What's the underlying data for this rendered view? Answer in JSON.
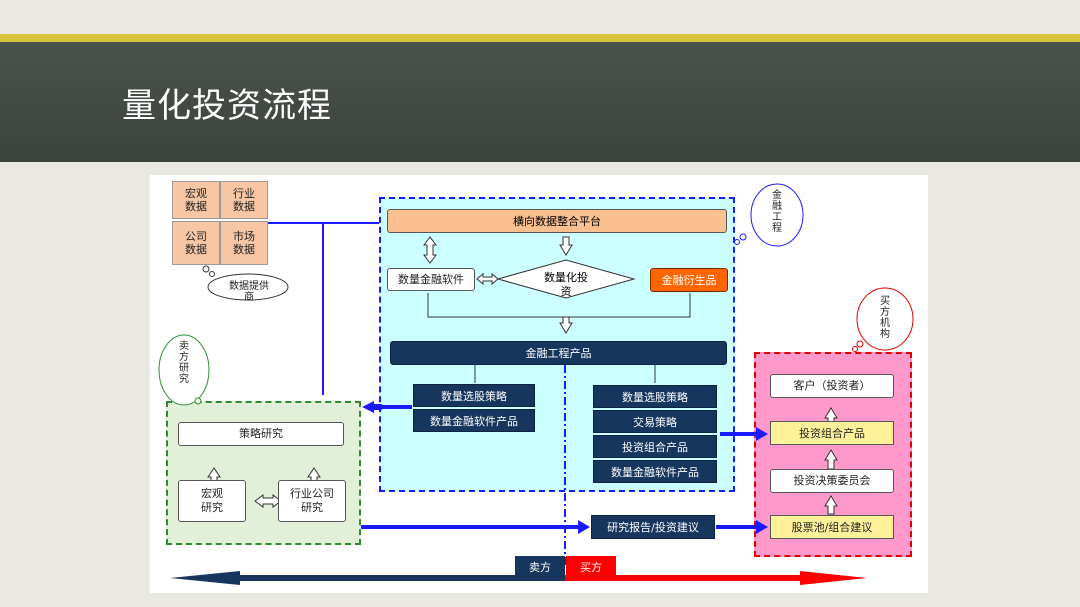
{
  "slide": {
    "title": "量化投资流程"
  },
  "data_sources": {
    "cells": [
      "宏观\n数据",
      "行业\n数据",
      "公司\n数据",
      "市场\n数据"
    ],
    "provider_label": "数据提供\n商"
  },
  "center": {
    "platform": "横向数据整合平台",
    "software": "数量金融软件",
    "quant_invest": "数量化投\n资",
    "derivatives": "金融衍生品",
    "fe_products": "金融工程产品",
    "left_col": [
      "数量选股策略",
      "数量金融软件产品"
    ],
    "right_col": [
      "数量选股策略",
      "交易策略",
      "投资组合产品",
      "数量金融软件产品"
    ],
    "cloud_label": "金\n融\n工\n程"
  },
  "sell_side": {
    "cloud_label": "卖\n方\n研\n究",
    "strategy": "策略研究",
    "macro": "宏观\n研究",
    "industry": "行业公司\n研究"
  },
  "buy_side": {
    "cloud_label": "买\n方\n机\n构",
    "client": "客户（投资者）",
    "portfolio": "投资组合产品",
    "committee": "投资决策委员会",
    "pool": "股票池/组合建议"
  },
  "report": "研究报告/投资建议",
  "bottom": {
    "sell": "卖方",
    "buy": "买方"
  },
  "colors": {
    "navy": "#17365d",
    "blue": "#1a1aff",
    "red": "#ff0000",
    "cyan": "#ccffff",
    "pink": "#ff99cc",
    "green": "#e2f0d9"
  }
}
